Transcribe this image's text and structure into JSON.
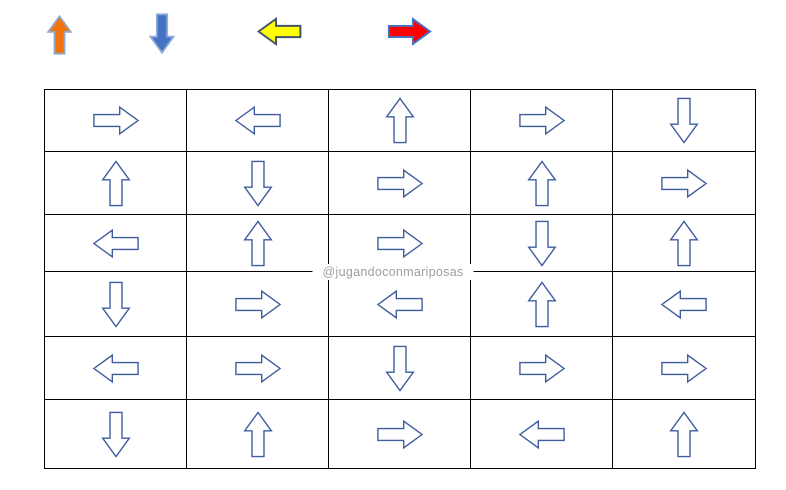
{
  "page": {
    "background": "#ffffff",
    "grid_line_color": "#000000"
  },
  "watermark": {
    "text": "@jugandoconmariposas",
    "color": "#9e9e9e"
  },
  "legend": {
    "arrows": [
      {
        "name": "orange-up",
        "direction": "up",
        "fill": "#f0740e",
        "stroke": "#94a9ce"
      },
      {
        "name": "blue-down",
        "direction": "down",
        "fill": "#4472c4",
        "stroke": "#8faadc"
      },
      {
        "name": "yellow-left",
        "direction": "left",
        "fill": "#ffff00",
        "stroke": "#44546a"
      },
      {
        "name": "red-right",
        "direction": "right",
        "fill": "#ff0000",
        "stroke": "#4472c4"
      }
    ]
  },
  "grid": {
    "outline_stroke": "#3e5c9e",
    "cell_fill": "#ffffff",
    "rows": [
      [
        "right",
        "left",
        "up",
        "right",
        "down"
      ],
      [
        "up",
        "down",
        "right",
        "up",
        "right"
      ],
      [
        "left",
        "up",
        "right",
        "down",
        "up"
      ],
      [
        "down",
        "right",
        "left",
        "up",
        "left"
      ],
      [
        "left",
        "right",
        "down",
        "right",
        "right"
      ],
      [
        "down",
        "up",
        "right",
        "left",
        "up"
      ]
    ]
  }
}
